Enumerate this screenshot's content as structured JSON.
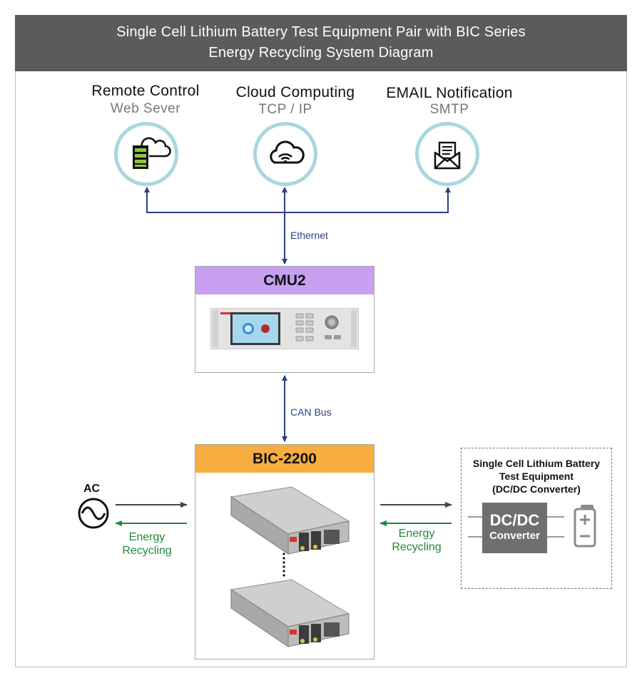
{
  "title": {
    "line1": "Single Cell Lithium Battery Test Equipment Pair with BIC Series",
    "line2": "Energy Recycling System Diagram"
  },
  "services": [
    {
      "title": "Remote Control",
      "subtitle": "Web Sever",
      "icon": "server-cloud-icon"
    },
    {
      "title": "Cloud Computing",
      "subtitle": "TCP / IP",
      "icon": "cloud-wifi-icon"
    },
    {
      "title": "EMAIL Notification",
      "subtitle": "SMTP",
      "icon": "mail-envelope-icon"
    }
  ],
  "connections": {
    "ethernet": "Ethernet",
    "can_bus": "CAN Bus"
  },
  "cmu": {
    "label": "CMU2",
    "color": "#c7a0f2"
  },
  "bic": {
    "label": "BIC-2200",
    "color": "#f7ad3f"
  },
  "ac": {
    "label": "AC"
  },
  "energy_recycling_left": {
    "line1": "Energy",
    "line2": "Recycling"
  },
  "energy_recycling_right": {
    "line1": "Energy",
    "line2": "Recycling"
  },
  "test_equipment": {
    "line1": "Single Cell Lithium Battery",
    "line2": "Test Equipment",
    "line3": "(DC/DC Converter)",
    "block_main": "DC/DC",
    "block_sub": "Converter"
  },
  "colors": {
    "title_bar": "#5b5b5b",
    "connector": "#2d3d86",
    "energy_arrow": "#1e8a38",
    "circle_ring": "#a9d7df"
  }
}
